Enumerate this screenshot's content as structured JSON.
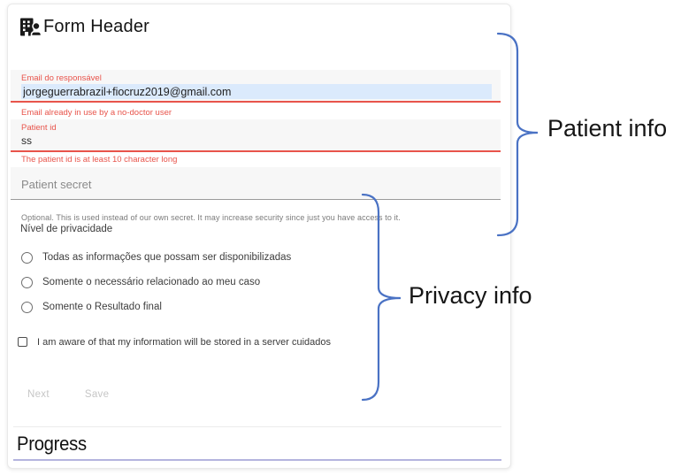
{
  "header": {
    "title": "Form Header",
    "icon": "building-person-icon"
  },
  "form": {
    "email": {
      "label": "Email do responsável",
      "value": "jorgeguerrabrazil+fiocruz2019@gmail.com",
      "error": "Email already in use by a no-doctor user"
    },
    "patient_id": {
      "label": "Patient id",
      "value": "ss",
      "error": "The patient id is at least 10 character long"
    },
    "patient_secret": {
      "placeholder": "Patient secret",
      "helper": "Optional. This is used instead of our own secret. It may increase security since just you have access to it."
    },
    "privacy": {
      "label": "Nível de privacidade",
      "options": [
        {
          "label": "Todas as informações que possam ser disponibilizadas",
          "selected": false
        },
        {
          "label": "Somente o necessário relacionado ao meu caso",
          "selected": false
        },
        {
          "label": "Somente o Resultado final",
          "selected": false
        }
      ]
    },
    "consent": {
      "label": "I am aware of that my information will be stored in a server cuidados",
      "checked": false
    },
    "buttons": {
      "next": "Next",
      "save": "Save",
      "state": "disabled"
    }
  },
  "progress": {
    "title": "Progress"
  },
  "annotations": {
    "patient_info": "Patient info",
    "privacy_info": "Privacy info"
  },
  "colors": {
    "error_red": "#e8544b",
    "autofill_blue": "#dbeafc",
    "field_fill": "#f7f7f7",
    "brace_blue": "#4a72c4",
    "progress_line": "#b4b4de",
    "disabled_button": "#c6c6c6"
  }
}
